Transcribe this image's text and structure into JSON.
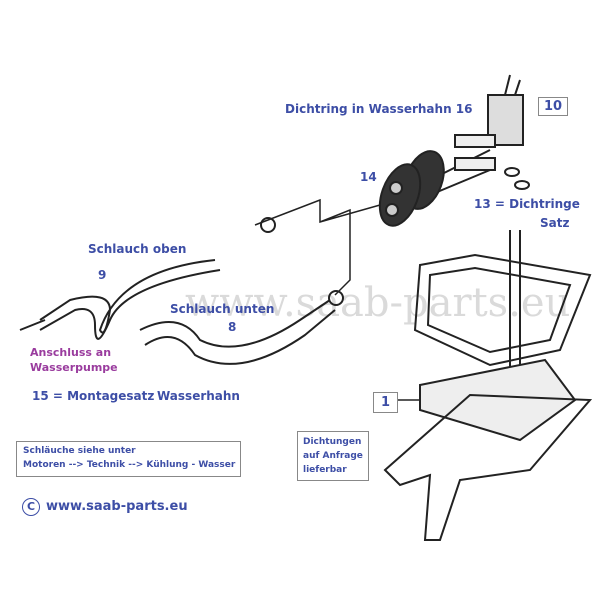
{
  "labels": {
    "dichtring": "Dichtring in Wasserhahn  16",
    "part10": "10",
    "part14": "14",
    "dichtringe_line1": "13 = Dichtringe",
    "dichtringe_line2": "Satz",
    "schlauch_oben": "Schlauch oben",
    "part9": "9",
    "schlauch_unten": "Schlauch unten",
    "part8": "8",
    "anschluss_line1": "Anschluss an",
    "anschluss_line2": "Wasserpumpe",
    "montagesatz": "15 = Montagesatz",
    "wasserhahn": "Wasserhahn",
    "part1": "1"
  },
  "info_box": {
    "line1": "Schläuche siehe  unter",
    "line2": "Motoren --> Technik --> Kühlung - Wasser"
  },
  "gasket_box": {
    "line1": "Dichtungen",
    "line2": "auf Anfrage",
    "line3": "lieferbar"
  },
  "copyright": {
    "symbol": "C",
    "url": "www.saab-parts.eu"
  },
  "watermark": "www.saab-parts.eu",
  "colors": {
    "label_blue": "#3d4ea6",
    "label_purple": "#9a3c9e"
  }
}
